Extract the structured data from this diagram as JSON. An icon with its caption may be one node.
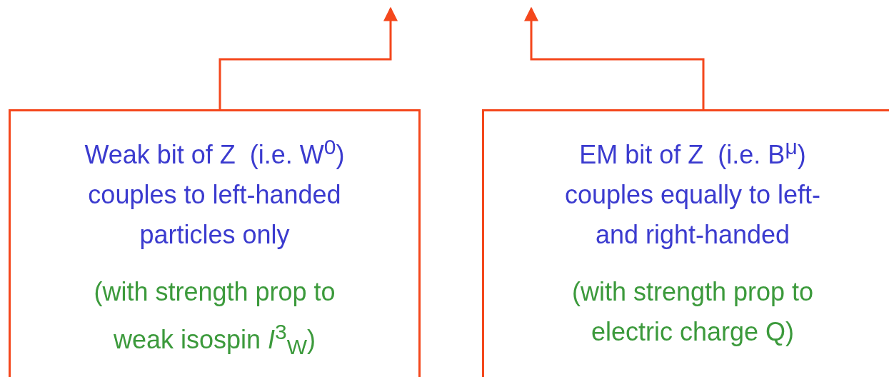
{
  "diagram": {
    "nodes": [
      {
        "text": [
          "Weak bit of Z  (i.e. W$^{0}$) couples to left-handed particles only",
          "(with strength prop to weak isospin *I*$^{3}$$_{W}$)"
        ]
      },
      {
        "text": [
          "EM bit of Z  (i.e. B$^{μ}$) couples equally to left- and right-handed",
          "(with strength prop to electric charge Q)"
        ]
      }
    ],
    "edges": [
      {
        "from": 0,
        "to": null,
        "arrow": "to"
      },
      {
        "from": 1,
        "to": null,
        "arrow": "to"
      }
    ]
  }
}
